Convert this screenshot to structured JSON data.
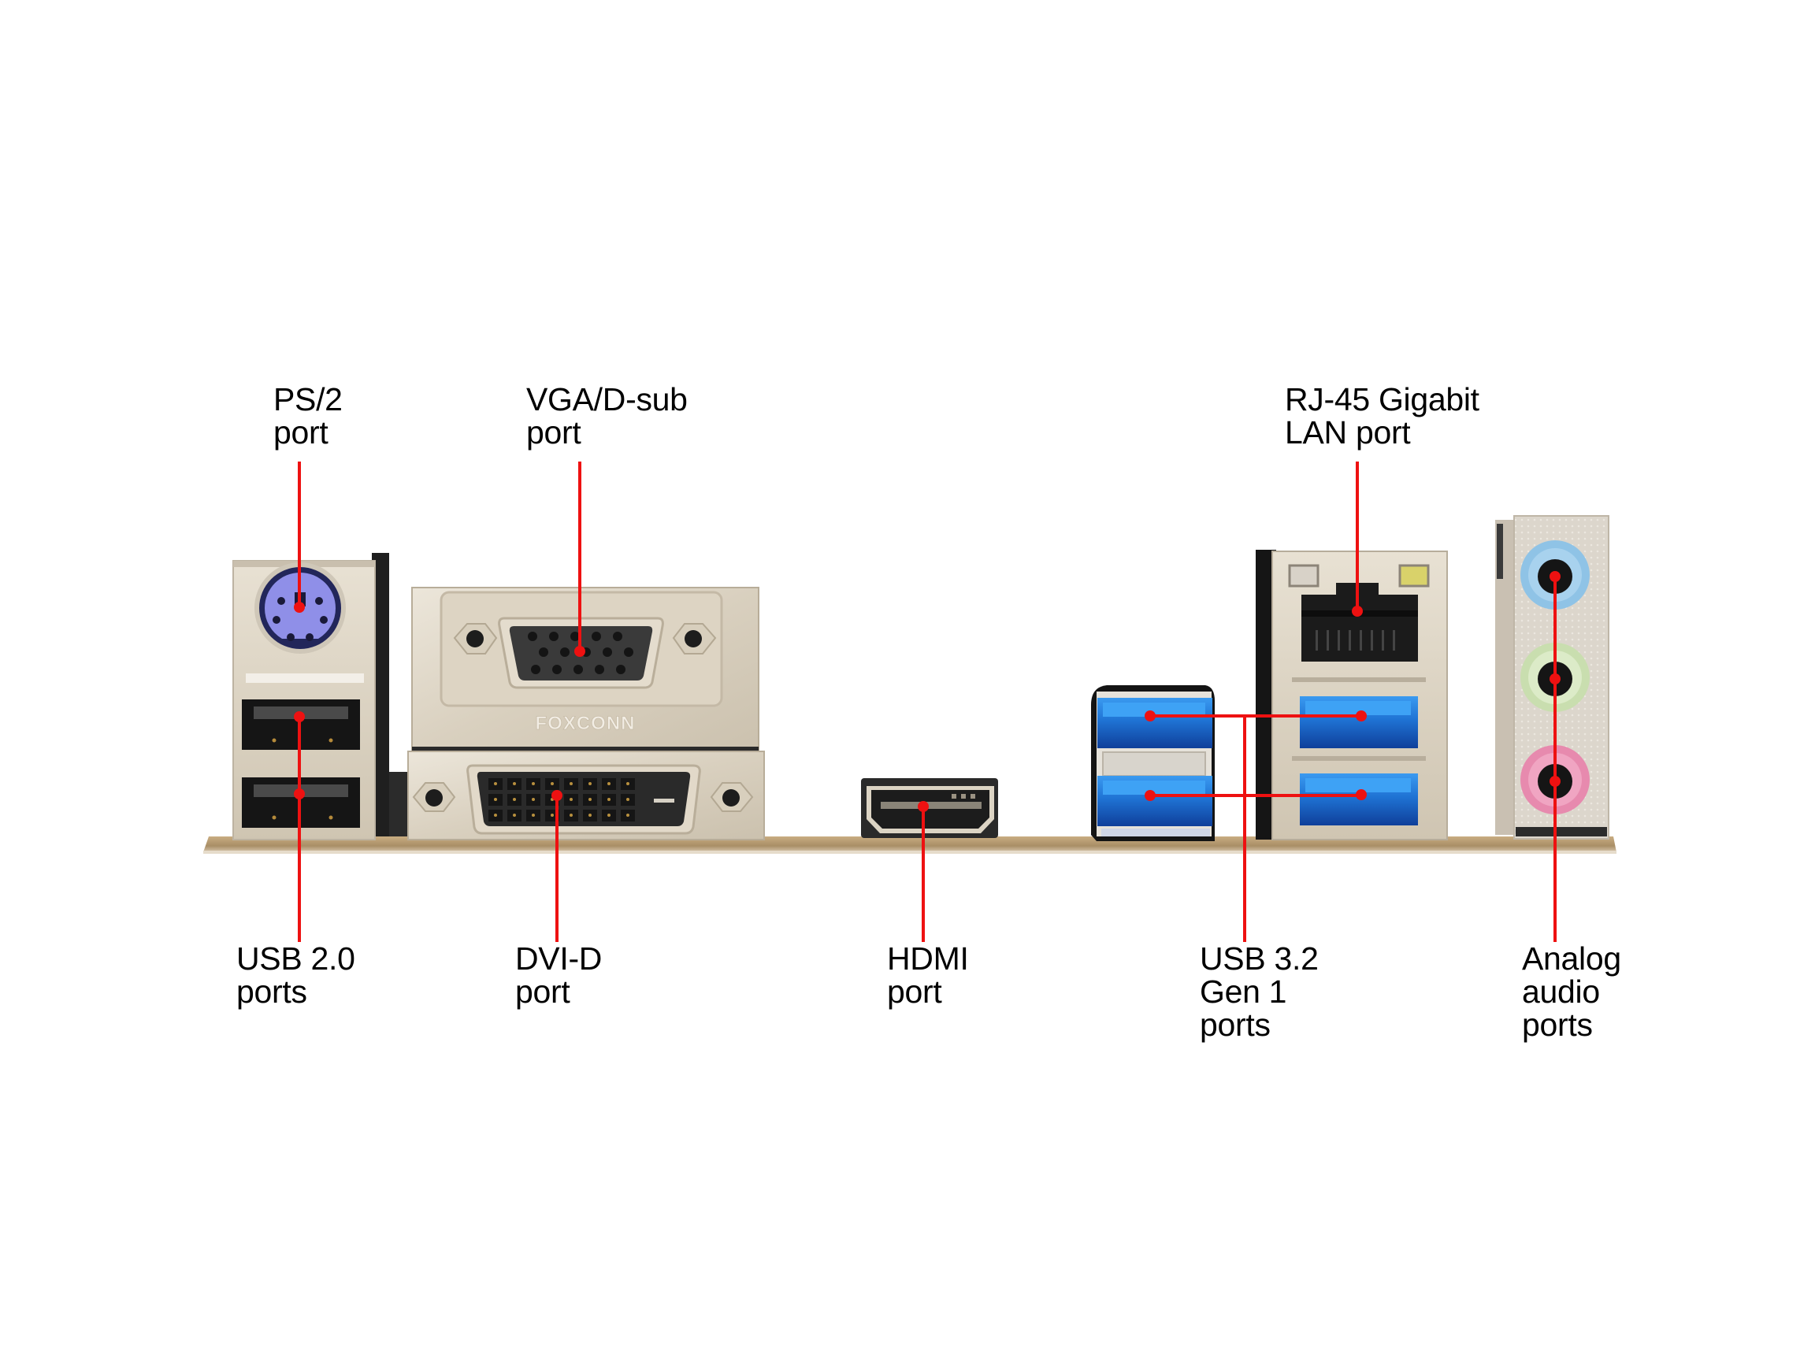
{
  "diagram": {
    "callout_color": "#ee1111",
    "labels": {
      "ps2": [
        "PS/2",
        "port"
      ],
      "vga": [
        "VGA/D-sub",
        "port"
      ],
      "rj45": [
        "RJ-45 Gigabit",
        "LAN port"
      ],
      "usb2": [
        "USB 2.0",
        "ports"
      ],
      "dvi": [
        "DVI-D",
        "port"
      ],
      "hdmi": [
        "HDMI",
        "port"
      ],
      "usb3": [
        "USB 3.2",
        "Gen 1",
        "ports"
      ],
      "audio": [
        "Analog",
        "audio",
        "ports"
      ]
    },
    "logo_emboss": "FOXCONN",
    "colors": {
      "ps2_port": "#8f8fe8",
      "usb3_blue": "#1f78d8",
      "audio_blue": "#8fc3e6",
      "audio_green": "#d6e8bf",
      "audio_pink": "#ec92b4",
      "metal": "#ddd5c6",
      "board_plate": "#b59a72"
    }
  }
}
